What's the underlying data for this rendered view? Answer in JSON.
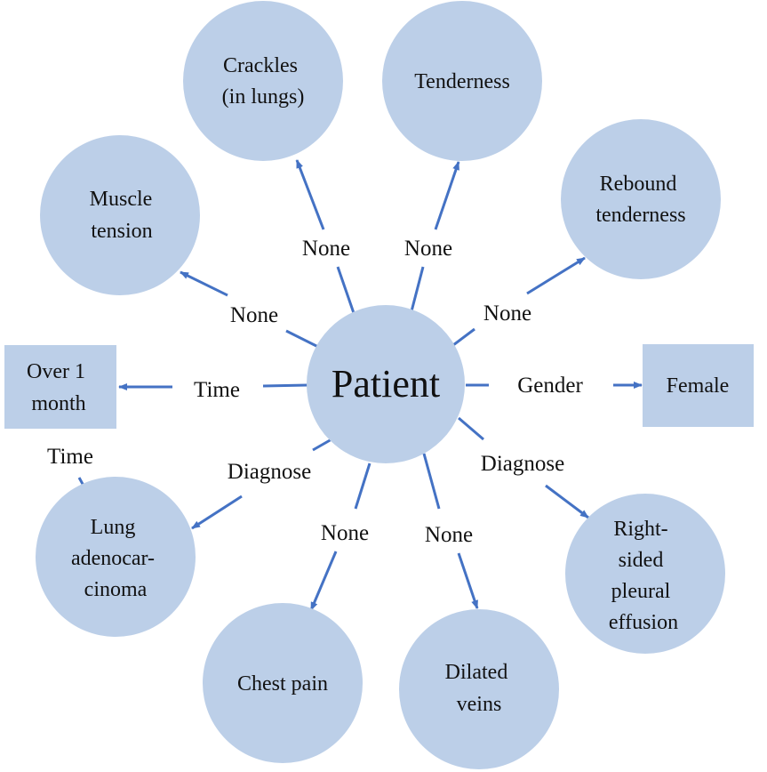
{
  "colors": {
    "node_fill": "#bccfe8",
    "edge": "#4472c4",
    "text": "#111111",
    "background": "#ffffff"
  },
  "center": {
    "label": "Patient"
  },
  "nodes": {
    "crackles": [
      "Crackles",
      "(in lungs)"
    ],
    "tenderness": [
      "Tenderness"
    ],
    "rebound_tenderness": [
      "Rebound",
      "tenderness"
    ],
    "muscle_tension": [
      "Muscle",
      "tension"
    ],
    "over_1_month": [
      "Over 1",
      "month"
    ],
    "female": [
      "Female"
    ],
    "lung_adenocarcinoma": [
      "Lung",
      "adenocar-",
      "cinoma"
    ],
    "chest_pain": [
      "Chest pain"
    ],
    "dilated_veins": [
      "Dilated",
      "veins"
    ],
    "right_sided_pleural_effusion": [
      "Right-",
      "sided",
      "pleural",
      "effusion"
    ]
  },
  "edge_labels": {
    "crackles": "None",
    "tenderness": "None",
    "rebound_tenderness": "None",
    "muscle_tension": "None",
    "over_1_month": "Time",
    "female": "Gender",
    "lung_adenocarcinoma": "Diagnose",
    "chest_pain": "None",
    "dilated_veins": "None",
    "right_sided_pleural_effusion": "Diagnose",
    "lung_to_time": "Time"
  }
}
